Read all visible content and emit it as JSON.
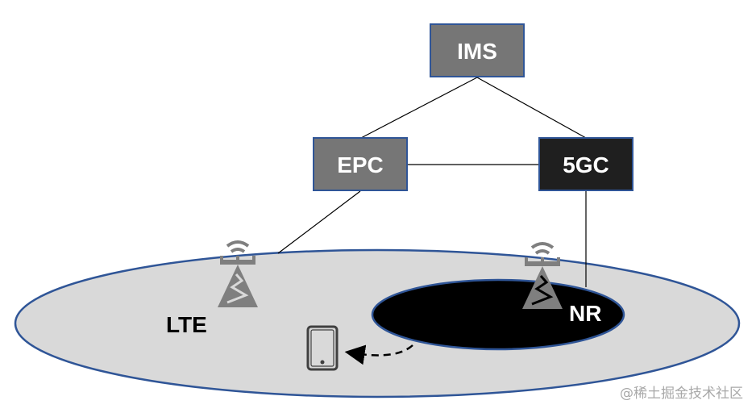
{
  "diagram": {
    "nodes": [
      {
        "id": "ims",
        "label": "IMS",
        "fill": "#767676"
      },
      {
        "id": "epc",
        "label": "EPC",
        "fill": "#767676"
      },
      {
        "id": "5gc",
        "label": "5GC",
        "fill": "#1f1f1f"
      }
    ],
    "edges": [
      {
        "from": "ims",
        "to": "epc"
      },
      {
        "from": "ims",
        "to": "5gc"
      },
      {
        "from": "epc",
        "to": "5gc"
      },
      {
        "from": "epc",
        "to": "lte-coverage"
      },
      {
        "from": "5gc",
        "to": "nr-coverage"
      }
    ],
    "coverage_areas": [
      {
        "id": "lte-coverage",
        "label": "LTE",
        "fill": "#d9d9d9",
        "label_color": "#000000"
      },
      {
        "id": "nr-coverage",
        "label": "NR",
        "fill": "#000000",
        "label_color": "#ffffff"
      }
    ],
    "icons": [
      "lte-tower-icon",
      "nr-tower-icon",
      "mobile-device-icon",
      "handover-arrow-icon"
    ],
    "colors": {
      "border": "#2f5597",
      "tower": "#7f7f7f",
      "line": "#000000"
    }
  },
  "watermark": "@稀土掘金技术社区"
}
